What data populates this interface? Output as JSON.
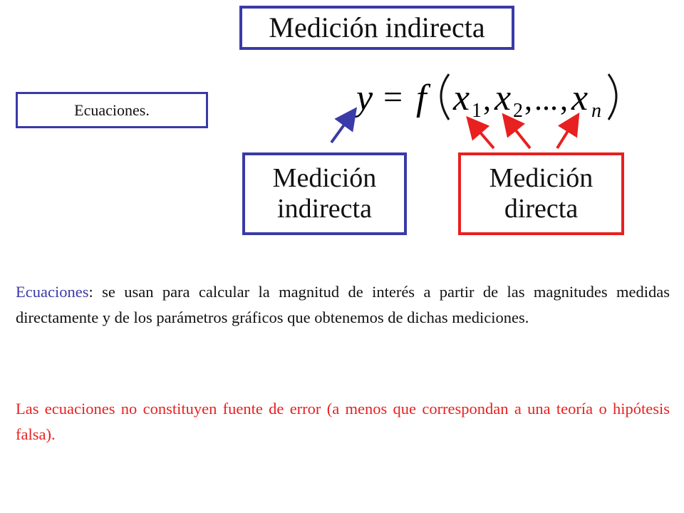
{
  "title": "Medición indirecta",
  "label_box": "Ecuaciones.",
  "formula": {
    "y": "y",
    "equals": "=",
    "f": "f",
    "x": "x",
    "sub1": "1",
    "sub2": "2",
    "subn": "n",
    "dots": "...",
    "comma": ","
  },
  "indirect_box": {
    "line1": "Medición",
    "line2": "indirecta"
  },
  "direct_box": {
    "line1": "Medición",
    "line2": "directa"
  },
  "paragraph1": {
    "term": "Ecuaciones",
    "text": ": se usan para calcular la magnitud de interés a partir de las magnitudes medidas directamente y de los parámetros gráficos que obtenemos de dichas mediciones."
  },
  "paragraph2": "Las ecuaciones no constituyen fuente de error (a menos que correspondan a una teoría o hipótesis falsa).",
  "colors": {
    "blue": "#3a3aa8",
    "red": "#e82020",
    "text": "#111111"
  }
}
